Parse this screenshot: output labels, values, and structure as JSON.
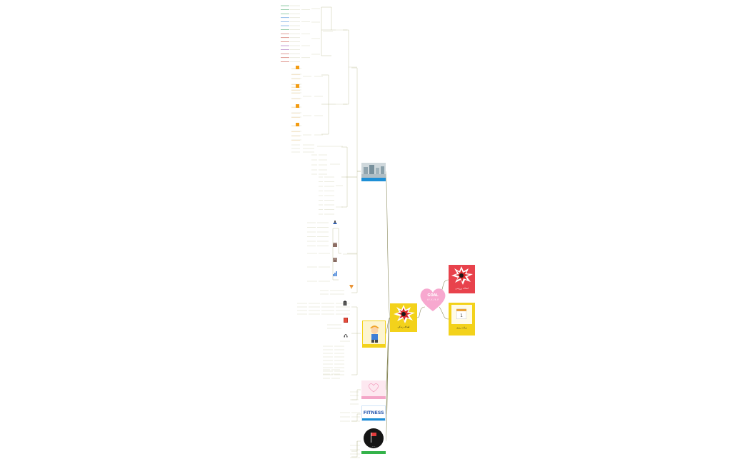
{
  "center": {
    "title": "GOAL",
    "subtitle": "۱۴۰۲-۱۴۰۳"
  },
  "colors": {
    "heart": "#f7a8cf",
    "card_red": "#e8424c",
    "card_yellow": "#f3d21b",
    "card_blue": "#1e8fd6",
    "card_pink": "#f4a6c8",
    "card_green": "#34b34a",
    "connector": "#8a8a5c",
    "fitness_text": "#2f5fb3"
  },
  "cards": {
    "red_goal": {
      "caption": "اهداف ورزشی"
    },
    "yellow_goal": {
      "caption": "اهداف زندگی"
    },
    "calendar": {
      "caption": "برنامه ریزی"
    },
    "city": {
      "caption": ""
    },
    "boy": {
      "caption": ""
    },
    "pink": {
      "caption": ""
    },
    "fitness": {
      "caption": "",
      "word": "FITNESS"
    },
    "dark": {
      "caption": ""
    }
  },
  "icons": [
    "burst-goal-icon",
    "calendar-icon",
    "heart-icon",
    "city-icon",
    "cartoon-boy-icon",
    "fitness-icon",
    "flag-icon",
    "book-icon",
    "headphones-icon",
    "bar-chart-icon",
    "pizza-icon",
    "ship-icon",
    "building-icon"
  ]
}
